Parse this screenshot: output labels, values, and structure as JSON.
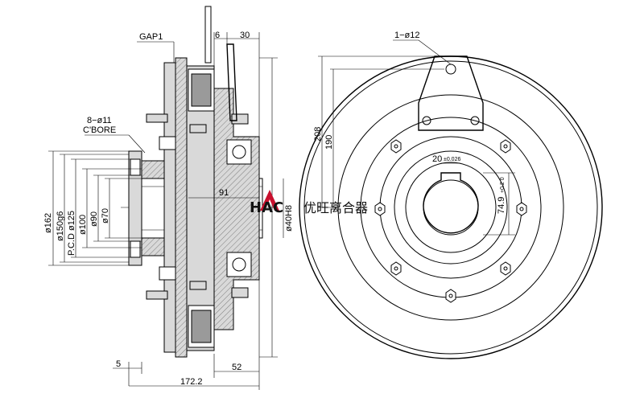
{
  "labels": {
    "gap": "GAP1",
    "dim_6": "6",
    "dim_30": "30",
    "holes": "8−ø11",
    "cbore": "C'BORE",
    "d162": "ø162",
    "d150": "ø150g6",
    "pcd": "P.C.D ø125",
    "d100": "ø100",
    "d90": "ø90",
    "d70": "ø70",
    "dim_91": "91",
    "d40": "ø40H8",
    "dim_5": "5",
    "dim_52": "52",
    "dim_172": "172.2",
    "pin": "1−ø12",
    "dim_208": "208",
    "dim_190": "190",
    "key_width": "20",
    "key_tol": "±0.026",
    "key_depth": "74.9",
    "key_depth_tol": "+0.2 0",
    "brand_letters": "HAC",
    "brand_name": "优旺离合器"
  },
  "colors": {
    "line": "#000000",
    "background": "#ffffff",
    "logo_accent": "#c8102e",
    "fill_grey": "#d9d9d9"
  }
}
